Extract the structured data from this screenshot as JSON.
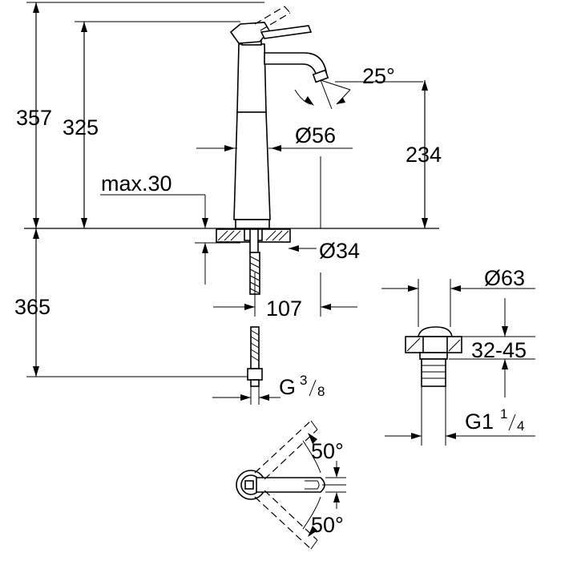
{
  "drawing": {
    "line_color": "#000000",
    "background": "#ffffff",
    "dimensions": {
      "height_total": "357",
      "height_body": "325",
      "spout_height": "234",
      "depth_below": "365",
      "spout_angle": "25°",
      "body_diameter": "Ø56",
      "max_thickness": "max.30",
      "hole_diameter": "Ø34",
      "spout_reach": "107",
      "connection_thread": "G",
      "connection_thread_num": "3",
      "connection_thread_den": "8",
      "waste_diameter": "Ø63",
      "waste_range": "32-45",
      "waste_thread": "G1",
      "waste_thread_num": "1",
      "waste_thread_den": "4",
      "handle_angle_up": "50°",
      "handle_angle_down": "50°"
    }
  }
}
